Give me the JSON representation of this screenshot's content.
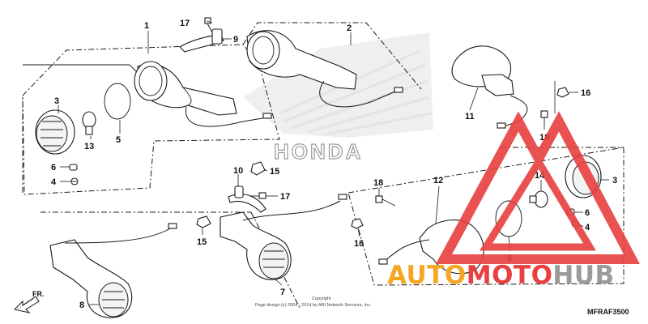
{
  "callouts": {
    "p1": "1",
    "p2": "2",
    "p3a": "3",
    "p3b": "3",
    "p4a": "4",
    "p4b": "4",
    "p5a": "5",
    "p5b": "5",
    "p6a": "6",
    "p6b": "6",
    "p7": "7",
    "p8": "8",
    "p9": "9",
    "p10": "10",
    "p11": "11",
    "p12": "12",
    "p13": "13",
    "p14": "14",
    "p15a": "15",
    "p15b": "15",
    "p16a": "16",
    "p16b": "16",
    "p17a": "17",
    "p17b": "17",
    "p18a": "18",
    "p18b": "18"
  },
  "background_brand": "HONDA",
  "direction_label": "FR.",
  "copyright_line1": "Copyright",
  "copyright_line2": "Page design (c) 2004 - 2014 by ARI Network Services, Inc.",
  "diagram_code": "MFRAF3500",
  "watermark": {
    "part1": "AUTO",
    "part2": "MOTO",
    "part3": "HUB"
  },
  "colors": {
    "watermark_red": "#e84040",
    "watermark_orange": "#f5a623",
    "watermark_gray": "#9b9b9b"
  }
}
